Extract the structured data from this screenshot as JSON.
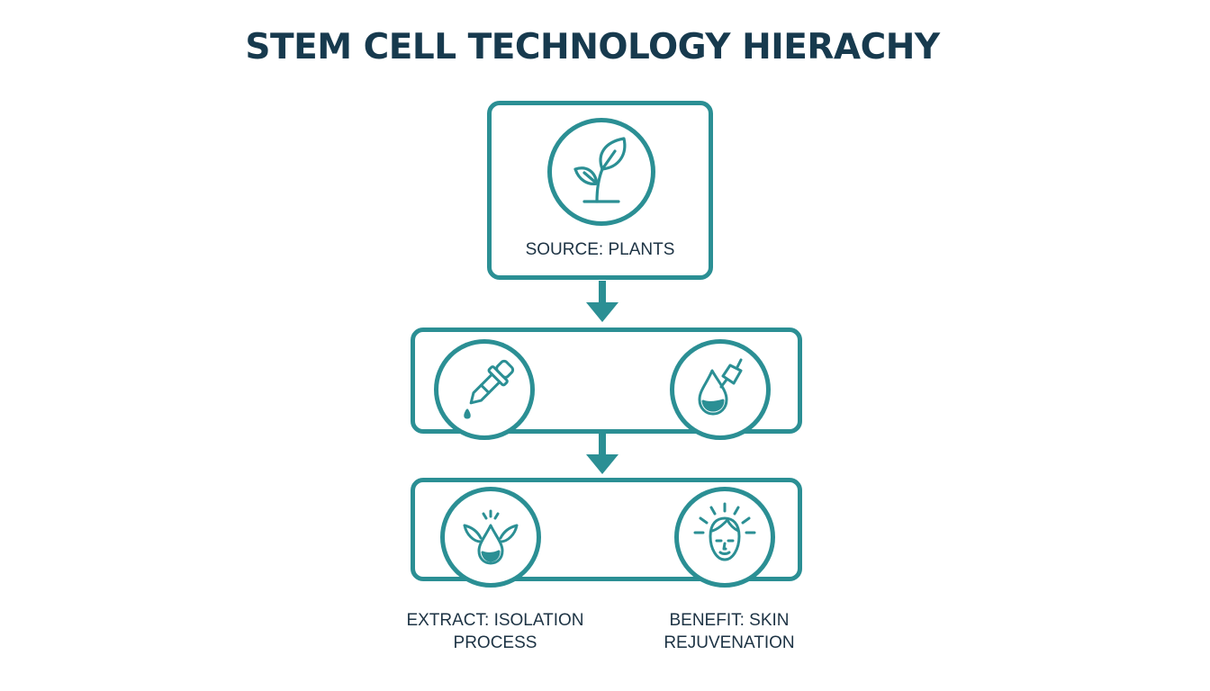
{
  "title": "STEM CELL TECHNOLOGY HIERACHY",
  "nodes": {
    "source": {
      "label": "SOURCE: PLANTS",
      "icon": "plant-sprout-icon"
    },
    "dropper": {
      "icon": "dropper-icon"
    },
    "serum": {
      "icon": "serum-drop-icon"
    },
    "extract": {
      "label_line1": "EXTRACT: ISOLATION",
      "label_line2": "PROCESS",
      "icon": "extract-drop-icon"
    },
    "benefit": {
      "label_line1": "BENEFIT: SKIN",
      "label_line2": "REJUVENATION",
      "icon": "glowing-face-icon"
    }
  },
  "colors": {
    "accent": "#2b8f94",
    "title": "#173a4e",
    "text": "#1d3344",
    "background": "#ffffff"
  }
}
